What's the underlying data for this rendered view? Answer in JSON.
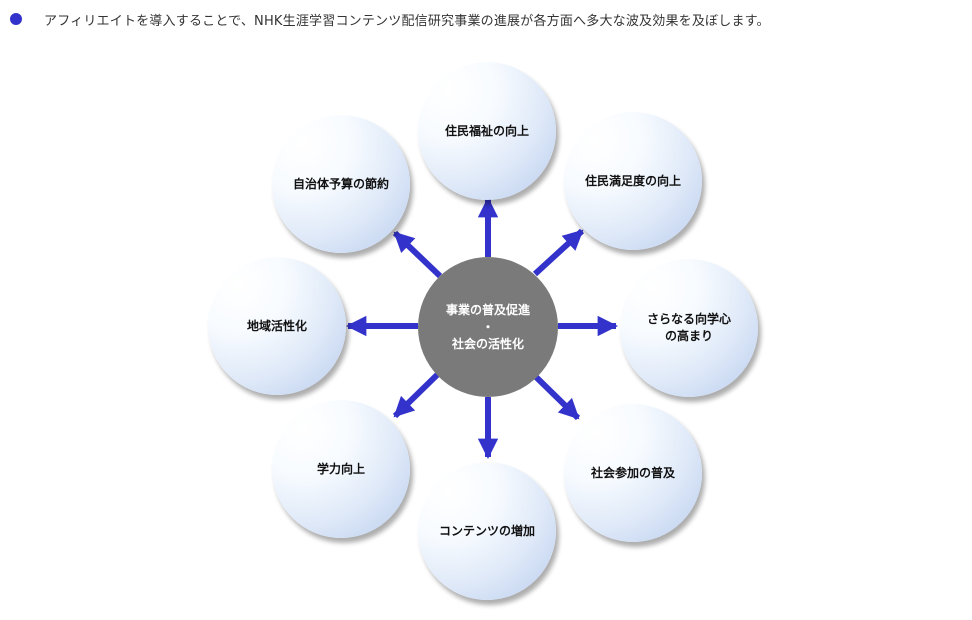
{
  "header": {
    "text": "アフィリエイトを導入することで、NHK生涯学習コンテンツ配信研究事業の進展が各方面へ多大な波及効果を及ぼします。"
  },
  "center": {
    "line1": "事業の普及促進",
    "line2": "・",
    "line3": "社会の活性化"
  },
  "nodes": [
    {
      "line1": "住民福祉の向上",
      "line2": ""
    },
    {
      "line1": "住民満足度の向上",
      "line2": ""
    },
    {
      "line1": "さらなる向学心",
      "line2": "の高まり"
    },
    {
      "line1": "社会参加の普及",
      "line2": ""
    },
    {
      "line1": "コンテンツの増加",
      "line2": ""
    },
    {
      "line1": "学力向上",
      "line2": ""
    },
    {
      "line1": "地域活性化",
      "line2": ""
    },
    {
      "line1": "自治体予算の節約",
      "line2": ""
    }
  ],
  "colors": {
    "arrow": "#3333cc",
    "center_fill": "#7a7a7a",
    "bullet": "#3333cc"
  }
}
